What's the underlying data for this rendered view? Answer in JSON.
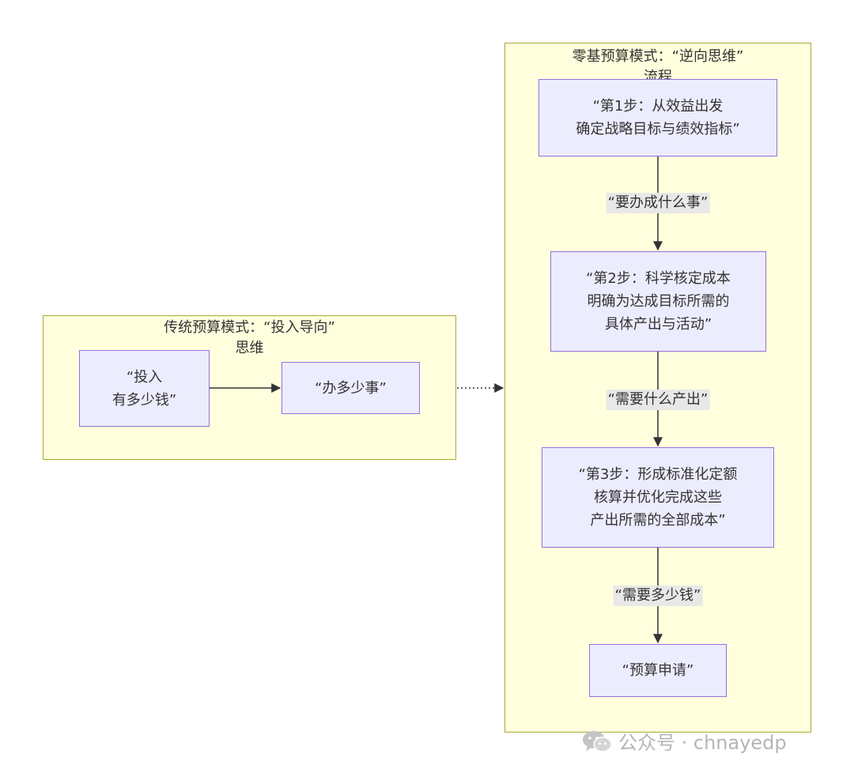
{
  "left_cluster": {
    "title": "传统预算模式：“投入导向”\n思维",
    "nodes": {
      "input_money": "“投入\n有多少钱”",
      "do_things": "“办多少事”"
    }
  },
  "right_cluster": {
    "title": "零基预算模式：“逆向思维”\n流程",
    "nodes": {
      "step1": "“第1步：从效益出发\n确定战略目标与绩效指标”",
      "step2": "“第2步：科学核定成本\n明确为达成目标所需的\n具体产出与活动”",
      "step3": "“第3步：形成标准化定额\n核算并优化完成这些\n产出所需的全部成本”",
      "budget_request": "“预算申请”"
    },
    "edge_labels": {
      "e1": "“要办成什么事”",
      "e2": "“需要什么产出”",
      "e3": "“需要多少钱”"
    }
  },
  "watermark": {
    "text": "公众号 · chnayedp",
    "icon": "wechat-icon"
  },
  "colors": {
    "cluster_fill": "#ffffde",
    "cluster_border": "#aaaa33",
    "node_fill": "#ececff",
    "node_border": "#9370db",
    "edge": "#333333",
    "edge_label_bg": "#e8e8e8"
  }
}
